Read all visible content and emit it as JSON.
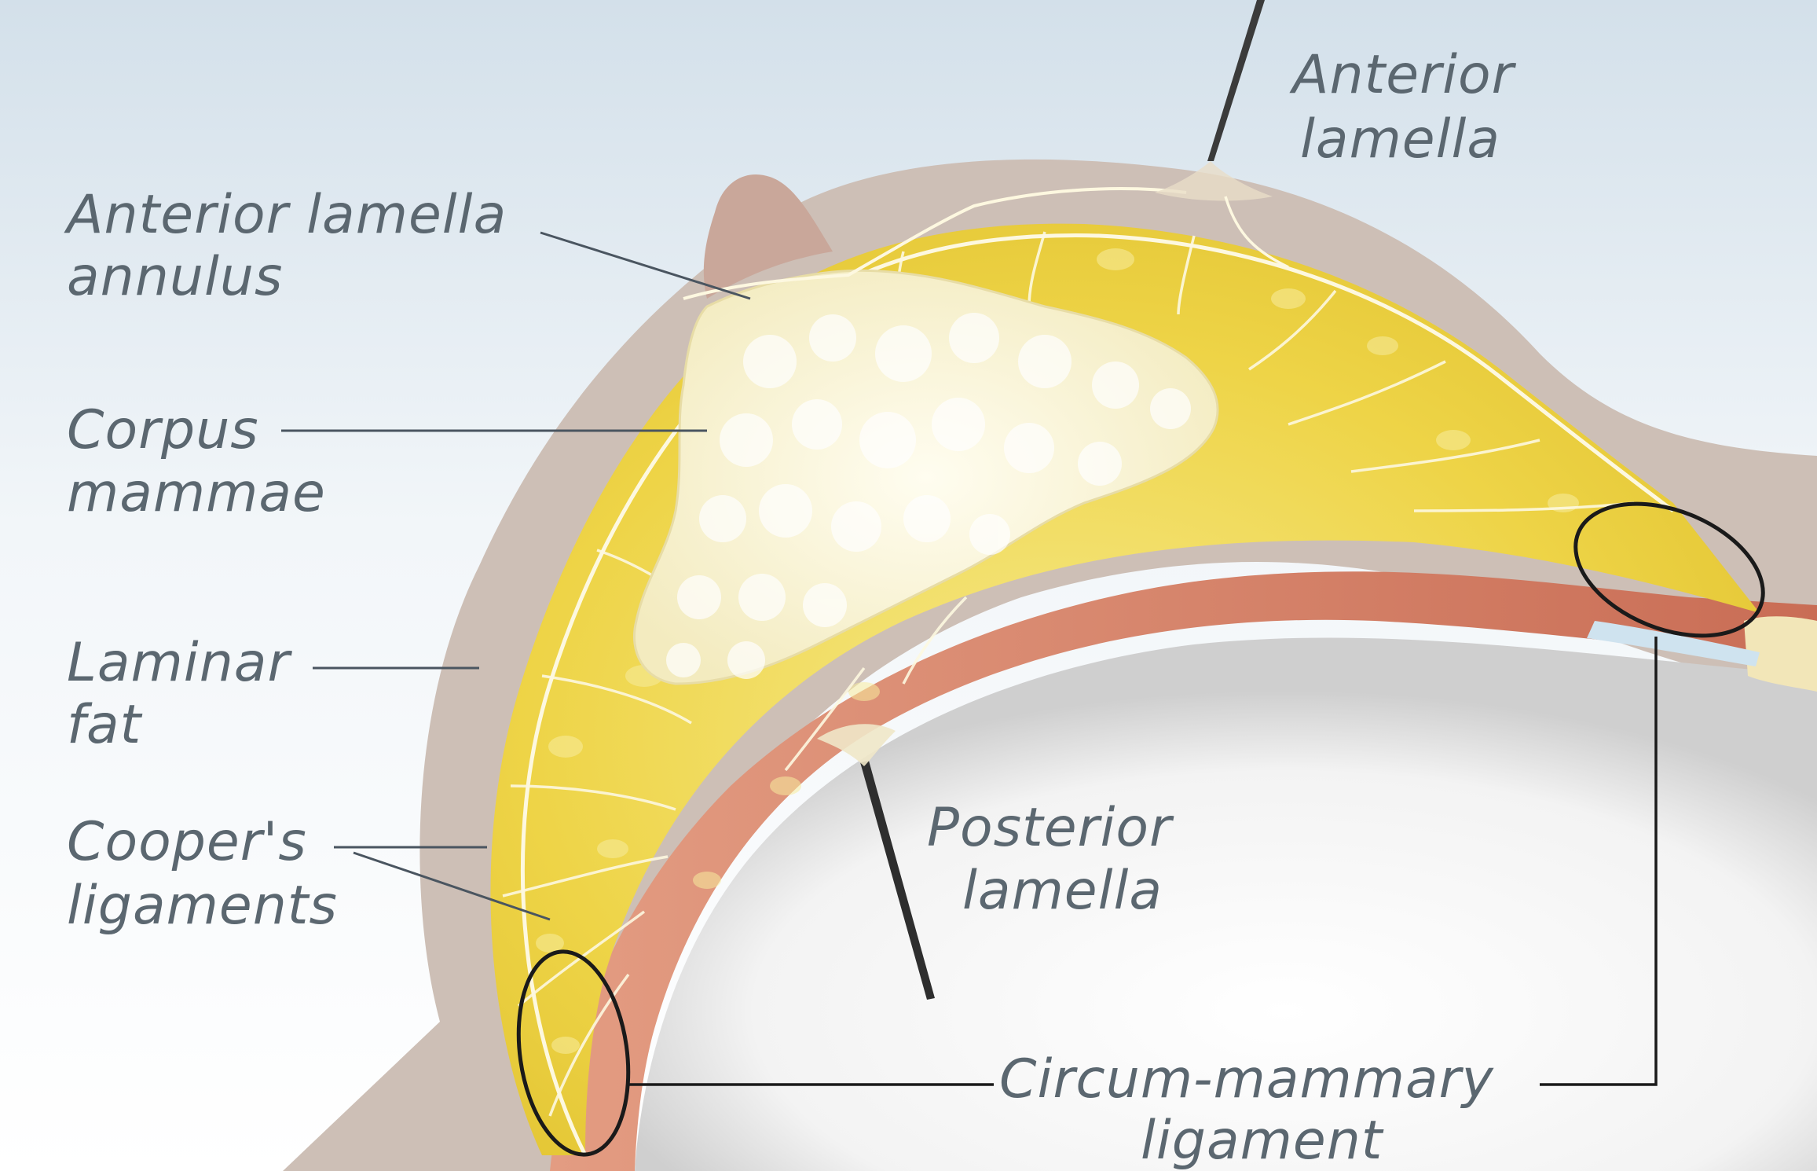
{
  "labels": {
    "anterior_lamella": [
      "Anterior",
      "lamella"
    ],
    "anterior_lamella_annulus": [
      "Anterior lamella",
      "annulus"
    ],
    "corpus_mammae": [
      "Corpus",
      "mammae"
    ],
    "laminar_fat": [
      "Laminar",
      "fat"
    ],
    "coopers_ligaments": [
      "Cooper's",
      "ligaments"
    ],
    "posterior_lamella": [
      "Posterior",
      "lamella"
    ],
    "circum_mammary_ligament": [
      "Circum-mammary",
      "ligament"
    ]
  },
  "colors": {
    "fat": "#e8cf3a",
    "fat_light": "#f4e57a",
    "gland": "#fbf4cf",
    "skin": "#c8b9b0",
    "muscle": "#d9826a",
    "background_top": "#dbe6ee",
    "label_text": "#5b6770"
  }
}
